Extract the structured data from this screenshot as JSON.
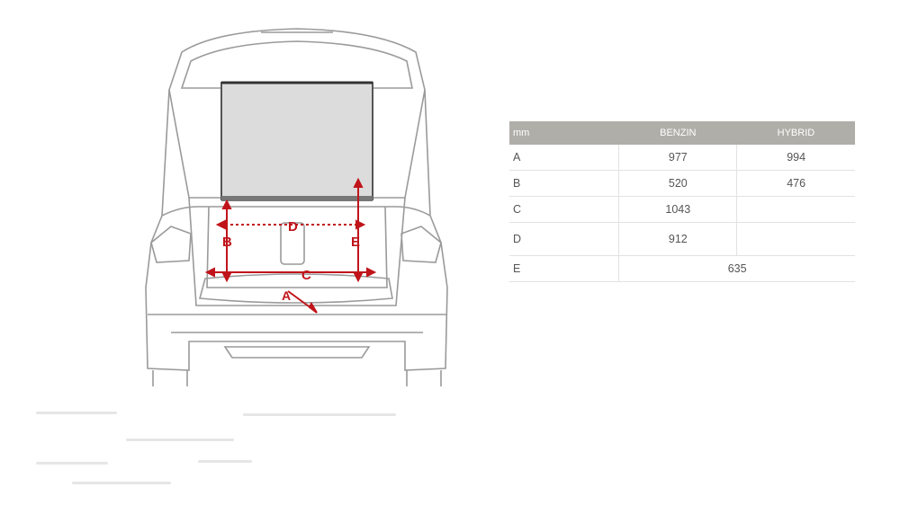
{
  "diagram": {
    "labels": {
      "a": "A",
      "b": "B",
      "c": "C",
      "d": "D",
      "e": "E"
    },
    "colors": {
      "measure": "#c0141a",
      "outline": "#9a9a9a",
      "cover": "#dcdcdc"
    }
  },
  "table": {
    "headers": {
      "unit": "mm",
      "col1": "BENZIN",
      "col2": "HYBRID"
    },
    "rows": [
      {
        "label": "A",
        "benzin": "977",
        "hybrid": "994"
      },
      {
        "label": "B",
        "benzin": "520",
        "hybrid": "476"
      },
      {
        "label": "C",
        "benzin": "1043",
        "hybrid": ""
      },
      {
        "label": "D",
        "benzin": "912",
        "hybrid": ""
      },
      {
        "label": "E",
        "span": "635"
      }
    ]
  }
}
